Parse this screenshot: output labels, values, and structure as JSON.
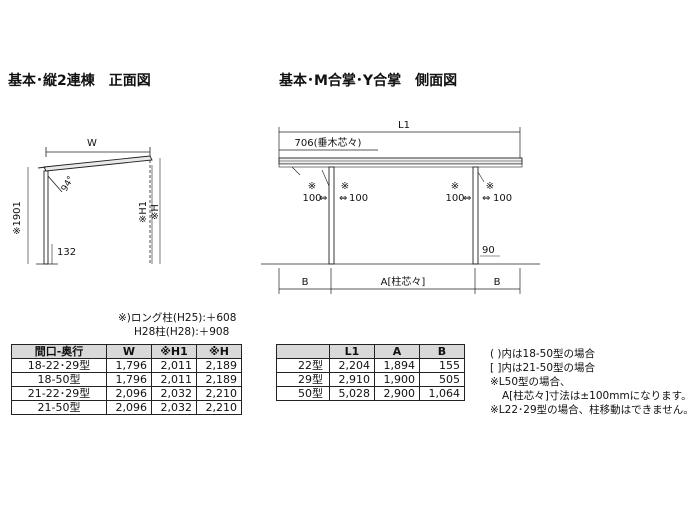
{
  "front_view": {
    "title": "基本･縦2連棟　正面図",
    "labels": {
      "w": "W",
      "angle": "94°",
      "height_total": "※1901",
      "h1": "※H1",
      "h": "※H",
      "base": "132"
    }
  },
  "side_view": {
    "title": "基本･M合掌･Y合掌　側面図",
    "labels": {
      "l1": "L1",
      "pitch": "706(垂木芯々)",
      "left_mark": "※",
      "left_val": "100",
      "mark_2": "※",
      "val_2": "100",
      "mark_3": "※",
      "val_3": "100",
      "mark_4": "※",
      "val_4": "100",
      "right_height": "90",
      "b_left": "B",
      "a_center": "A[柱芯々]",
      "b_right": "B"
    }
  },
  "long_post_note": {
    "line1": "※)ロング柱(H25):＋608",
    "line2": "H28柱(H28):＋908"
  },
  "table1": {
    "headers": [
      "間口-奥行",
      "W",
      "※H1",
      "※H"
    ],
    "rows": [
      [
        "18-22･29型",
        "1,796",
        "2,011",
        "2,189"
      ],
      [
        "18-50型",
        "1,796",
        "2,011",
        "2,189"
      ],
      [
        "21-22･29型",
        "2,096",
        "2,032",
        "2,210"
      ],
      [
        "21-50型",
        "2,096",
        "2,032",
        "2,210"
      ]
    ]
  },
  "table2": {
    "headers": [
      "",
      "L1",
      "A",
      "B"
    ],
    "rows": [
      [
        "22型",
        "2,204",
        "1,894",
        "155"
      ],
      [
        "29型",
        "2,910",
        "1,900",
        "505"
      ],
      [
        "50型",
        "5,028",
        "2,900",
        "1,064"
      ]
    ]
  },
  "notes": [
    "( )内は18-50型の場合",
    "[ ]内は21-50型の場合",
    "※L50型の場合、",
    "A[柱芯々]寸法は±100mmになります。",
    "※L22･29型の場合、柱移動はできません。"
  ]
}
